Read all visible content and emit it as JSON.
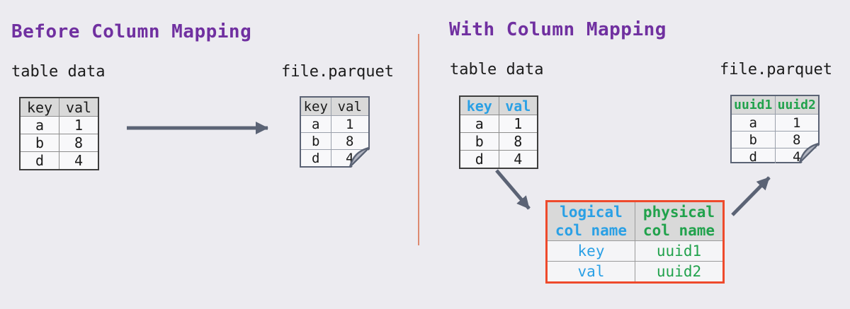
{
  "left": {
    "title": "Before Column Mapping",
    "table_label": "table data",
    "file_label": "file.parquet",
    "data_table": {
      "headers": [
        "key",
        "val"
      ],
      "rows": [
        [
          "a",
          "1"
        ],
        [
          "b",
          "8"
        ],
        [
          "d",
          "4"
        ]
      ]
    },
    "file_table": {
      "headers": [
        "key",
        "val"
      ],
      "rows": [
        [
          "a",
          "1"
        ],
        [
          "b",
          "8"
        ],
        [
          "d",
          "4"
        ]
      ]
    }
  },
  "right": {
    "title": "With Column Mapping",
    "table_label": "table data",
    "file_label": "file.parquet",
    "data_table": {
      "headers": [
        "key",
        "val"
      ],
      "rows": [
        [
          "a",
          "1"
        ],
        [
          "b",
          "8"
        ],
        [
          "d",
          "4"
        ]
      ]
    },
    "file_table": {
      "headers": [
        "uuid1",
        "uuid2"
      ],
      "rows": [
        [
          "a",
          "1"
        ],
        [
          "b",
          "8"
        ],
        [
          "d",
          "4"
        ]
      ]
    },
    "mapping_table": {
      "headers": [
        "logical\ncol name",
        "physical\ncol name"
      ],
      "rows": [
        [
          "key",
          "uuid1"
        ],
        [
          "val",
          "uuid2"
        ]
      ]
    }
  },
  "colors": {
    "title_purple": "#7030a0",
    "logical_blue": "#2aa0e5",
    "physical_green": "#21a24c",
    "mapping_border_red": "#ee4a2c",
    "arrow_slate": "#5b6375",
    "divider_salmon": "#dd8a70",
    "header_gray": "#d9d9d9",
    "background": "#ecebf0"
  }
}
